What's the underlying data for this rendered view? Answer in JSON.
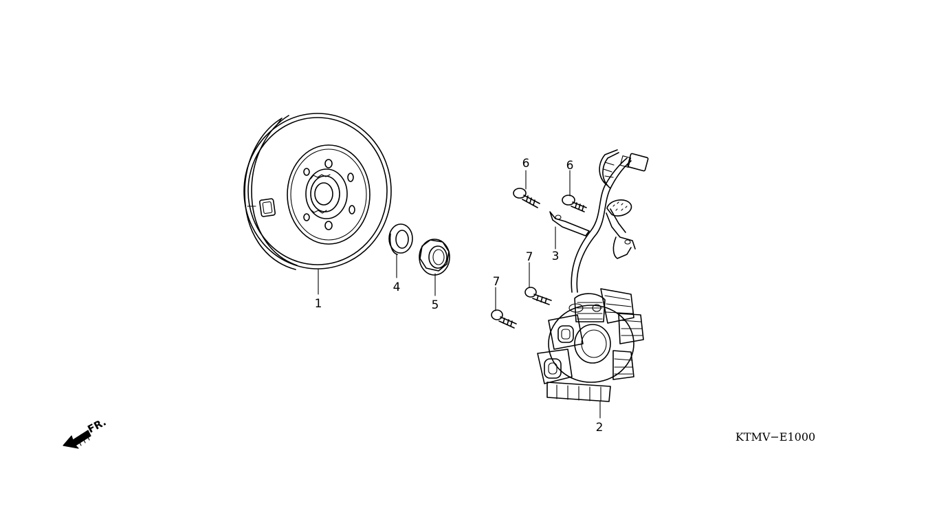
{
  "diagram": {
    "callouts": [
      {
        "id": "1",
        "label": "1"
      },
      {
        "id": "2",
        "label": "2"
      },
      {
        "id": "3",
        "label": "3"
      },
      {
        "id": "4",
        "label": "4"
      },
      {
        "id": "5",
        "label": "5"
      },
      {
        "id": "6a",
        "label": "6"
      },
      {
        "id": "6b",
        "label": "6"
      },
      {
        "id": "7a",
        "label": "7"
      },
      {
        "id": "7b",
        "label": "7"
      }
    ],
    "front_indicator": "FR.",
    "diagram_code": "KTMV−E1000"
  }
}
